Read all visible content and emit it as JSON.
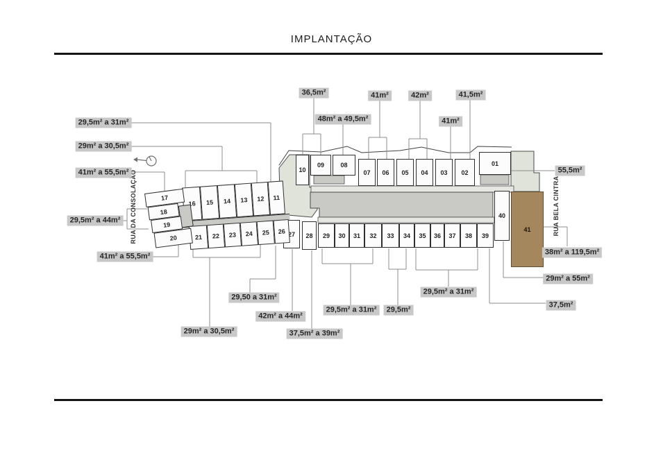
{
  "title": "IMPLANTAÇÃO",
  "streets": {
    "left": "RUA DA CONSOLAÇÃO",
    "right": "RUA BELA CINTRA"
  },
  "compass": "north-arrow",
  "colors": {
    "unit41_brown": "#a5875d",
    "courtyard_gray": "#c9c9c6",
    "green_area": "#dfe3d9",
    "label_background": "#c8c8c8"
  },
  "units": [
    "01",
    "02",
    "03",
    "04",
    "05",
    "06",
    "07",
    "08",
    "09",
    "10",
    "11",
    "12",
    "13",
    "14",
    "15",
    "16",
    "17",
    "18",
    "19",
    "20",
    "21",
    "22",
    "23",
    "24",
    "25",
    "26",
    "27",
    "28",
    "29",
    "30",
    "31",
    "32",
    "33",
    "34",
    "35",
    "36",
    "37",
    "38",
    "39",
    "40",
    "41"
  ],
  "area_labels": [
    "36,5m²",
    "48m² a 49,5m²",
    "41m²",
    "42m²",
    "41m²",
    "41,5m²",
    "29,5m² a 31m²",
    "29m² a 30,5m²",
    "41m² a 55,5m²",
    "29,5m² a 44m²",
    "41m² a 55,5m²",
    "55,5m²",
    "38m² a 119,5m²",
    "29m² a 55m²",
    "37,5m²",
    "29,5m² a 31m²",
    "29,50 a 31m²",
    "29,5m² a 31m²",
    "29,5m²",
    "42m² a 44m²",
    "29m² a 30,5m²",
    "37,5m² a 39m²"
  ]
}
